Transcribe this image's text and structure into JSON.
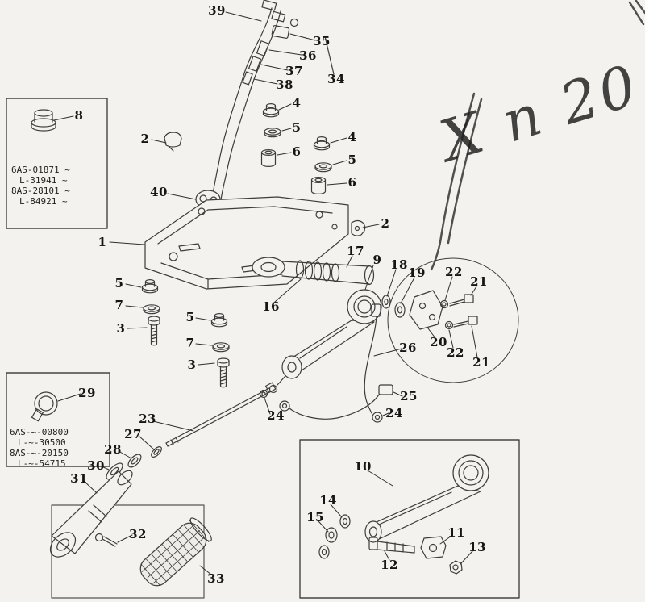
{
  "callouts": [
    "39",
    "35",
    "36",
    "37",
    "34",
    "38",
    "8",
    "4",
    "2",
    "5",
    "4",
    "6",
    "5",
    "40",
    "6",
    "2",
    "1",
    "17",
    "9",
    "18",
    "19",
    "22",
    "21",
    "5",
    "7",
    "16",
    "3",
    "5",
    "7",
    "3",
    "26",
    "20",
    "22",
    "21",
    "25",
    "24",
    "29",
    "23",
    "24",
    "27",
    "28",
    "30",
    "31",
    "10",
    "14",
    "15",
    "32",
    "11",
    "13",
    "12",
    "33"
  ],
  "part_boxes": {
    "upper": {
      "lines": [
        "6AS-01871 ~",
        "L-31941 ~",
        "8AS-28101 ~",
        "L-84921 ~"
      ]
    },
    "lower": {
      "lines": [
        "6AS-~-00800",
        "L-~-30500",
        "8AS-~-20150",
        "L-~-54715"
      ]
    }
  },
  "handwriting": {
    "note": "X n 20"
  }
}
